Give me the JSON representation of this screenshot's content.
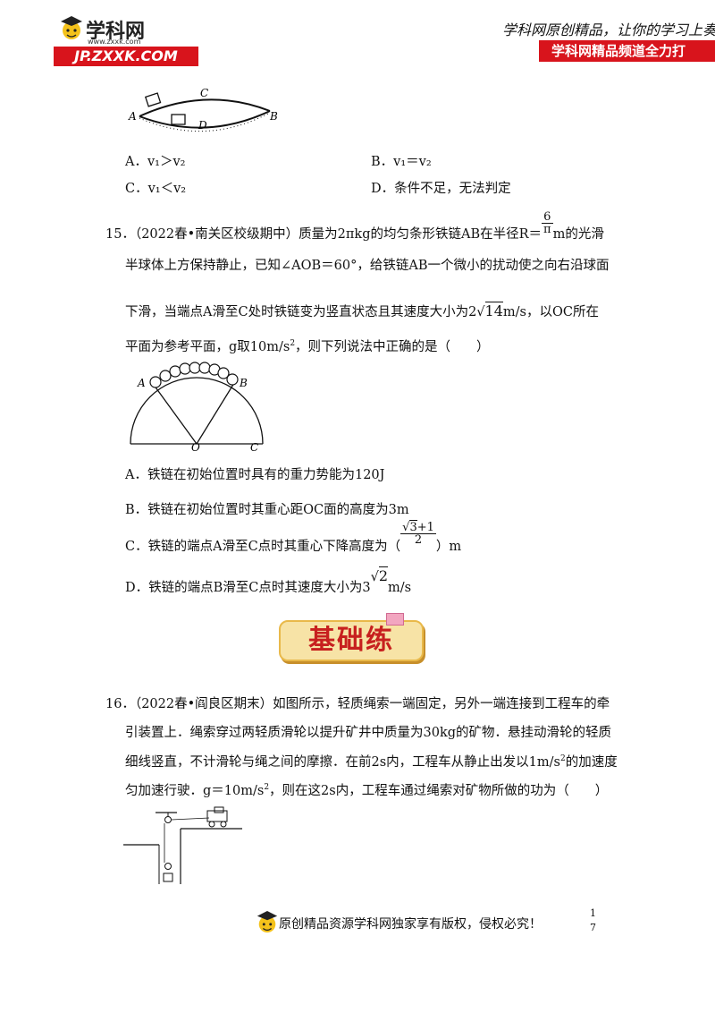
{
  "header": {
    "logo_cn": "学科网",
    "logo_url": "www.zxxk.com",
    "logo_badge": "JP.ZXXK.COM",
    "slogan": "学科网原创精品，让你的学习上奏",
    "channel": "学科网精品频道全力打"
  },
  "q14": {
    "figure_labels": {
      "a": "A",
      "b": "B",
      "c": "C",
      "d": "D"
    },
    "options": [
      {
        "letter": "A．",
        "text": "v₁＞v₂"
      },
      {
        "letter": "B．",
        "text": "v₁＝v₂"
      },
      {
        "letter": "C．",
        "text": "v₁＜v₂"
      },
      {
        "letter": "D．",
        "text": "条件不足，无法判定"
      }
    ]
  },
  "q15": {
    "number": "15．",
    "line1_a": "（2022春•南关区校级期中）质量为2πkg的均匀条形铁链AB在半径R＝",
    "r_num": "6",
    "r_den": "π",
    "line1_b": "m的光滑",
    "line2": "半球体上方保持静止，已知∠AOB＝60°，给铁链AB一个微小的扰动使之向右沿球面",
    "line3_a": "下滑，当端点A滑至C处时铁链变为竖直状态且其速度大小为2",
    "line3_rad": "14",
    "line3_b": "m/s，以OC所在",
    "line4_a": "平面为参考平面，g取10m/s",
    "line4_sup": "2",
    "line4_b": "，则下列说法中正确的是（　　）",
    "figure_labels": {
      "a": "A",
      "b": "B",
      "o": "O",
      "c": "C"
    },
    "optA": "A．铁链在初始位置时具有的重力势能为120J",
    "optB": "B．铁链在初始位置时其重心距OC面的高度为3m",
    "optC_a": "C．铁链的端点A滑至C点时其重心下降高度为（",
    "optC_num_rad": "3",
    "optC_num_b": "+1",
    "optC_den": "2",
    "optC_b": "）m",
    "optD_a": "D．铁链的端点B滑至C点时其速度大小为3",
    "optD_rad": "2",
    "optD_b": "m/s"
  },
  "section": {
    "title": "基础练"
  },
  "q16": {
    "number": "16．",
    "line1": "（2022春•阎良区期末）如图所示，轻质绳索一端固定，另外一端连接到工程车的牵",
    "line2": "引装置上．绳索穿过两轻质滑轮以提升矿井中质量为30kg的矿物．悬挂动滑轮的轻质",
    "line3_a": "细线竖直，不计滑轮与绳之间的摩擦．在前2s内，工程车从静止出发以1m/s",
    "line3_sup": "2",
    "line3_b": "的加速度",
    "line4_a": "匀加速行驶．g＝10m/s",
    "line4_sup": "2",
    "line4_b": "，则在这2s内，工程车通过绳索对矿物所做的功为（　　）"
  },
  "footer": {
    "text": "原创精品资源学科网独家享有版权，侵权必究！",
    "page_top": "1",
    "page_bottom": "7"
  },
  "colors": {
    "brand_red": "#d8141c",
    "section_red": "#c7201f",
    "section_bg": "#f7e3a6"
  }
}
